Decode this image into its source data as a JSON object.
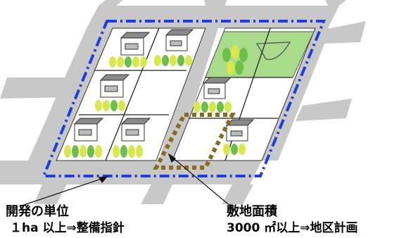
{
  "labels": {
    "development_unit_title": "開発の単位",
    "development_unit_rule": "１ha 以上⇒整備指針",
    "site_area_title": "敷地面積",
    "site_area_rule": "3000 ㎡以上⇒地区計画"
  },
  "colors": {
    "road": "#c8c8c8",
    "block": "#ffffff",
    "park": "#a9dc8a",
    "tree_yellow": "#d8e84a",
    "tree_green": "#6cc04a",
    "house_roof": "#8a8a8a",
    "development_boundary": "#1e3ce0",
    "site_boundary": "#8a6a20"
  }
}
